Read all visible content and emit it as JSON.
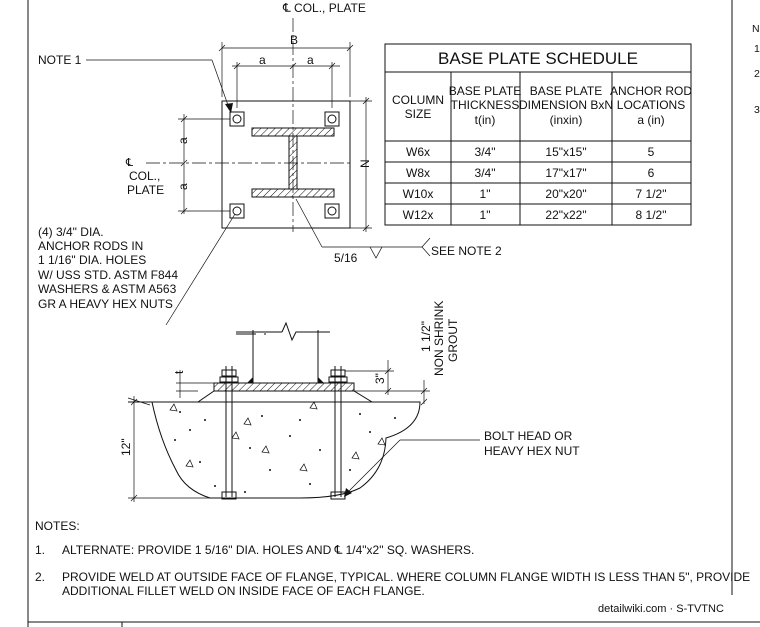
{
  "labels": {
    "col_plate_top": "℄ COL., PLATE",
    "dim_b": "B",
    "dim_a": "a",
    "dim_n": "N",
    "note1": "NOTE 1",
    "cl_symbol": "℄",
    "cl_col": "COL.,",
    "cl_plate": "PLATE",
    "anchor_note": [
      "(4) 3/4\" DIA.",
      "ANCHOR RODS IN",
      "1 1/16\" DIA. HOLES",
      "W/ USS STD. ASTM F844",
      "WASHERS & ASTM A563",
      "GR A HEAVY HEX NUTS"
    ],
    "weld_size": "5/16",
    "see_note2": "SEE NOTE 2",
    "grout_dim": "1 1/2\"",
    "grout_label": [
      "NON SHRINK",
      "GROUT"
    ],
    "dim_t": "t",
    "dim_3": "3\"",
    "dim_12": "12\"",
    "bolt_head": [
      "BOLT HEAD OR",
      "HEAVY HEX NUT"
    ]
  },
  "schedule": {
    "title": "BASE PLATE SCHEDULE",
    "headers": [
      [
        "COLUMN",
        "SIZE"
      ],
      [
        "BASE PLATE",
        "THICKNESS",
        "t(in)"
      ],
      [
        "BASE PLATE",
        "DIMENSION BxN",
        "(inxin)"
      ],
      [
        "ANCHOR ROD",
        "LOCATIONS",
        "a (in)"
      ]
    ],
    "rows": [
      [
        "W6x",
        "3/4\"",
        "15\"x15\"",
        "5"
      ],
      [
        "W8x",
        "3/4\"",
        "17\"x17\"",
        "6"
      ],
      [
        "W10x",
        "1\"",
        "20\"x20\"",
        "7 1/2\""
      ],
      [
        "W12x",
        "1\"",
        "22\"x22\"",
        "8 1/2\""
      ]
    ]
  },
  "notes": {
    "heading": "NOTES:",
    "items": [
      {
        "num": "1.",
        "lines": [
          "ALTERNATE: PROVIDE 1 5/16\" DIA. HOLES AND ℄ 1/4\"x2\" SQ. WASHERS."
        ]
      },
      {
        "num": "2.",
        "lines": [
          "PROVIDE WELD AT OUTSIDE FACE OF FLANGE, TYPICAL.  WHERE COLUMN FLANGE WIDTH IS LESS THAN 5\", PROVIDE",
          "ADDITIONAL FILLET WELD ON INSIDE FACE OF EACH FLANGE."
        ]
      }
    ]
  },
  "edge_marks": [
    "N",
    "1",
    "2",
    "3"
  ],
  "watermark": "detailwiki.com · S-TVTNC"
}
